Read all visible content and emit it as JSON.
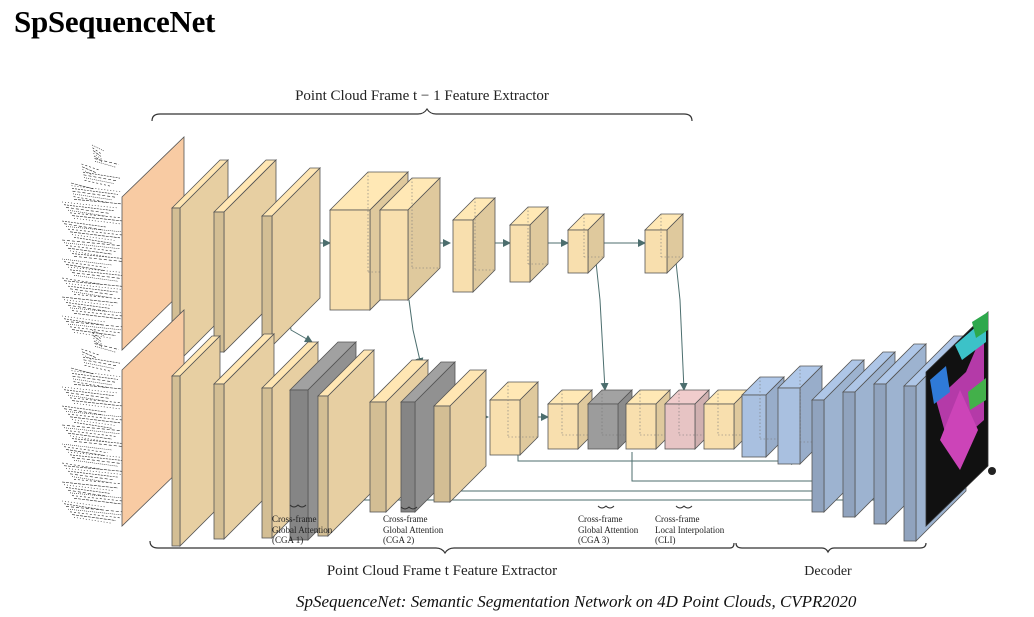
{
  "title": "SpSequenceNet",
  "top_extractor_label": "Point Cloud Frame t − 1 Feature Extractor",
  "bottom_extractor_label": "Point Cloud Frame t Feature Extractor",
  "decoder_label": "Decoder",
  "modules": [
    {
      "line1": "Cross-frame",
      "line2": "Global Attention",
      "line3": "(CGA 1)"
    },
    {
      "line1": "Cross-frame",
      "line2": "Global Attention",
      "line3": "(CGA 2)"
    },
    {
      "line1": "Cross-frame",
      "line2": "Global Attention",
      "line3": "(CGA 3)"
    },
    {
      "line1": "Cross-frame",
      "line2": "Local Interpolation",
      "line3": "(CLI)"
    }
  ],
  "caption": "SpSequenceNet: Semantic Segmentation Network on 4D Point Clouds, CVPR2020",
  "colors": {
    "feature_block": "#f8dfae",
    "input_block": "#f8cba3",
    "cga_block": "#9c9c9c",
    "cli_block": "#e7c4c4",
    "decoder_block": "#a9c0e0",
    "arrow": "#4c6e6e"
  }
}
